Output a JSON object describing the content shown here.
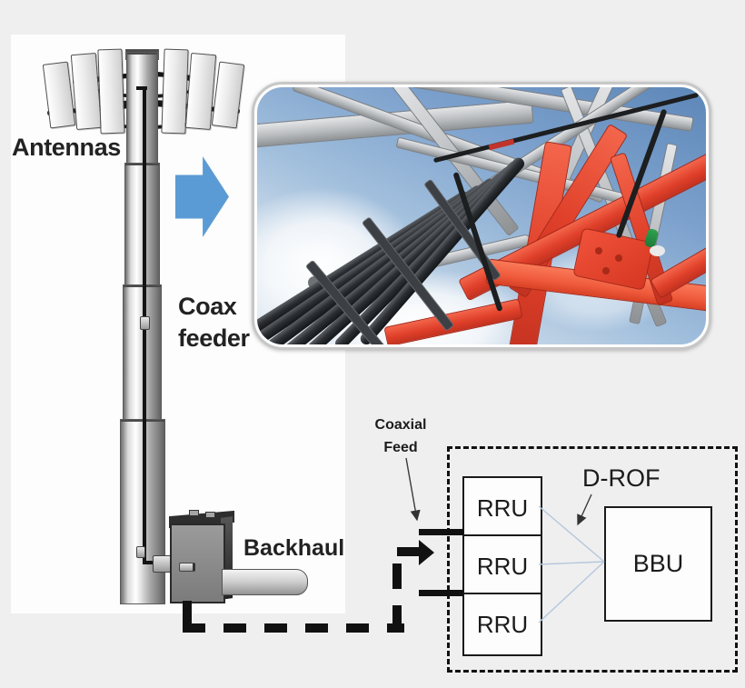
{
  "colors": {
    "page_bg": "#efefef",
    "panel_bg": "#fdfdfd",
    "arrow_blue": "#5b9bd5",
    "line_black": "#111111",
    "fiber_blue": "#b5c8de",
    "tower_red": "#e0402a",
    "steel_gray": "#c0c3c6",
    "sky_blue": "#7ba0cc",
    "cable_black": "#26282b"
  },
  "tower": {
    "antennas_label": "Antennas",
    "coax_feeder_line1": "Coax",
    "coax_feeder_line2": "feeder",
    "backhaul_label": "Backhaul"
  },
  "diagram": {
    "coaxial_feed_line1": "Coaxial",
    "coaxial_feed_line2": "Feed",
    "drof_label": "D-ROF",
    "rru_units": [
      {
        "label": "RRU"
      },
      {
        "label": "RRU"
      },
      {
        "label": "RRU"
      }
    ],
    "bbu_label": "BBU"
  }
}
